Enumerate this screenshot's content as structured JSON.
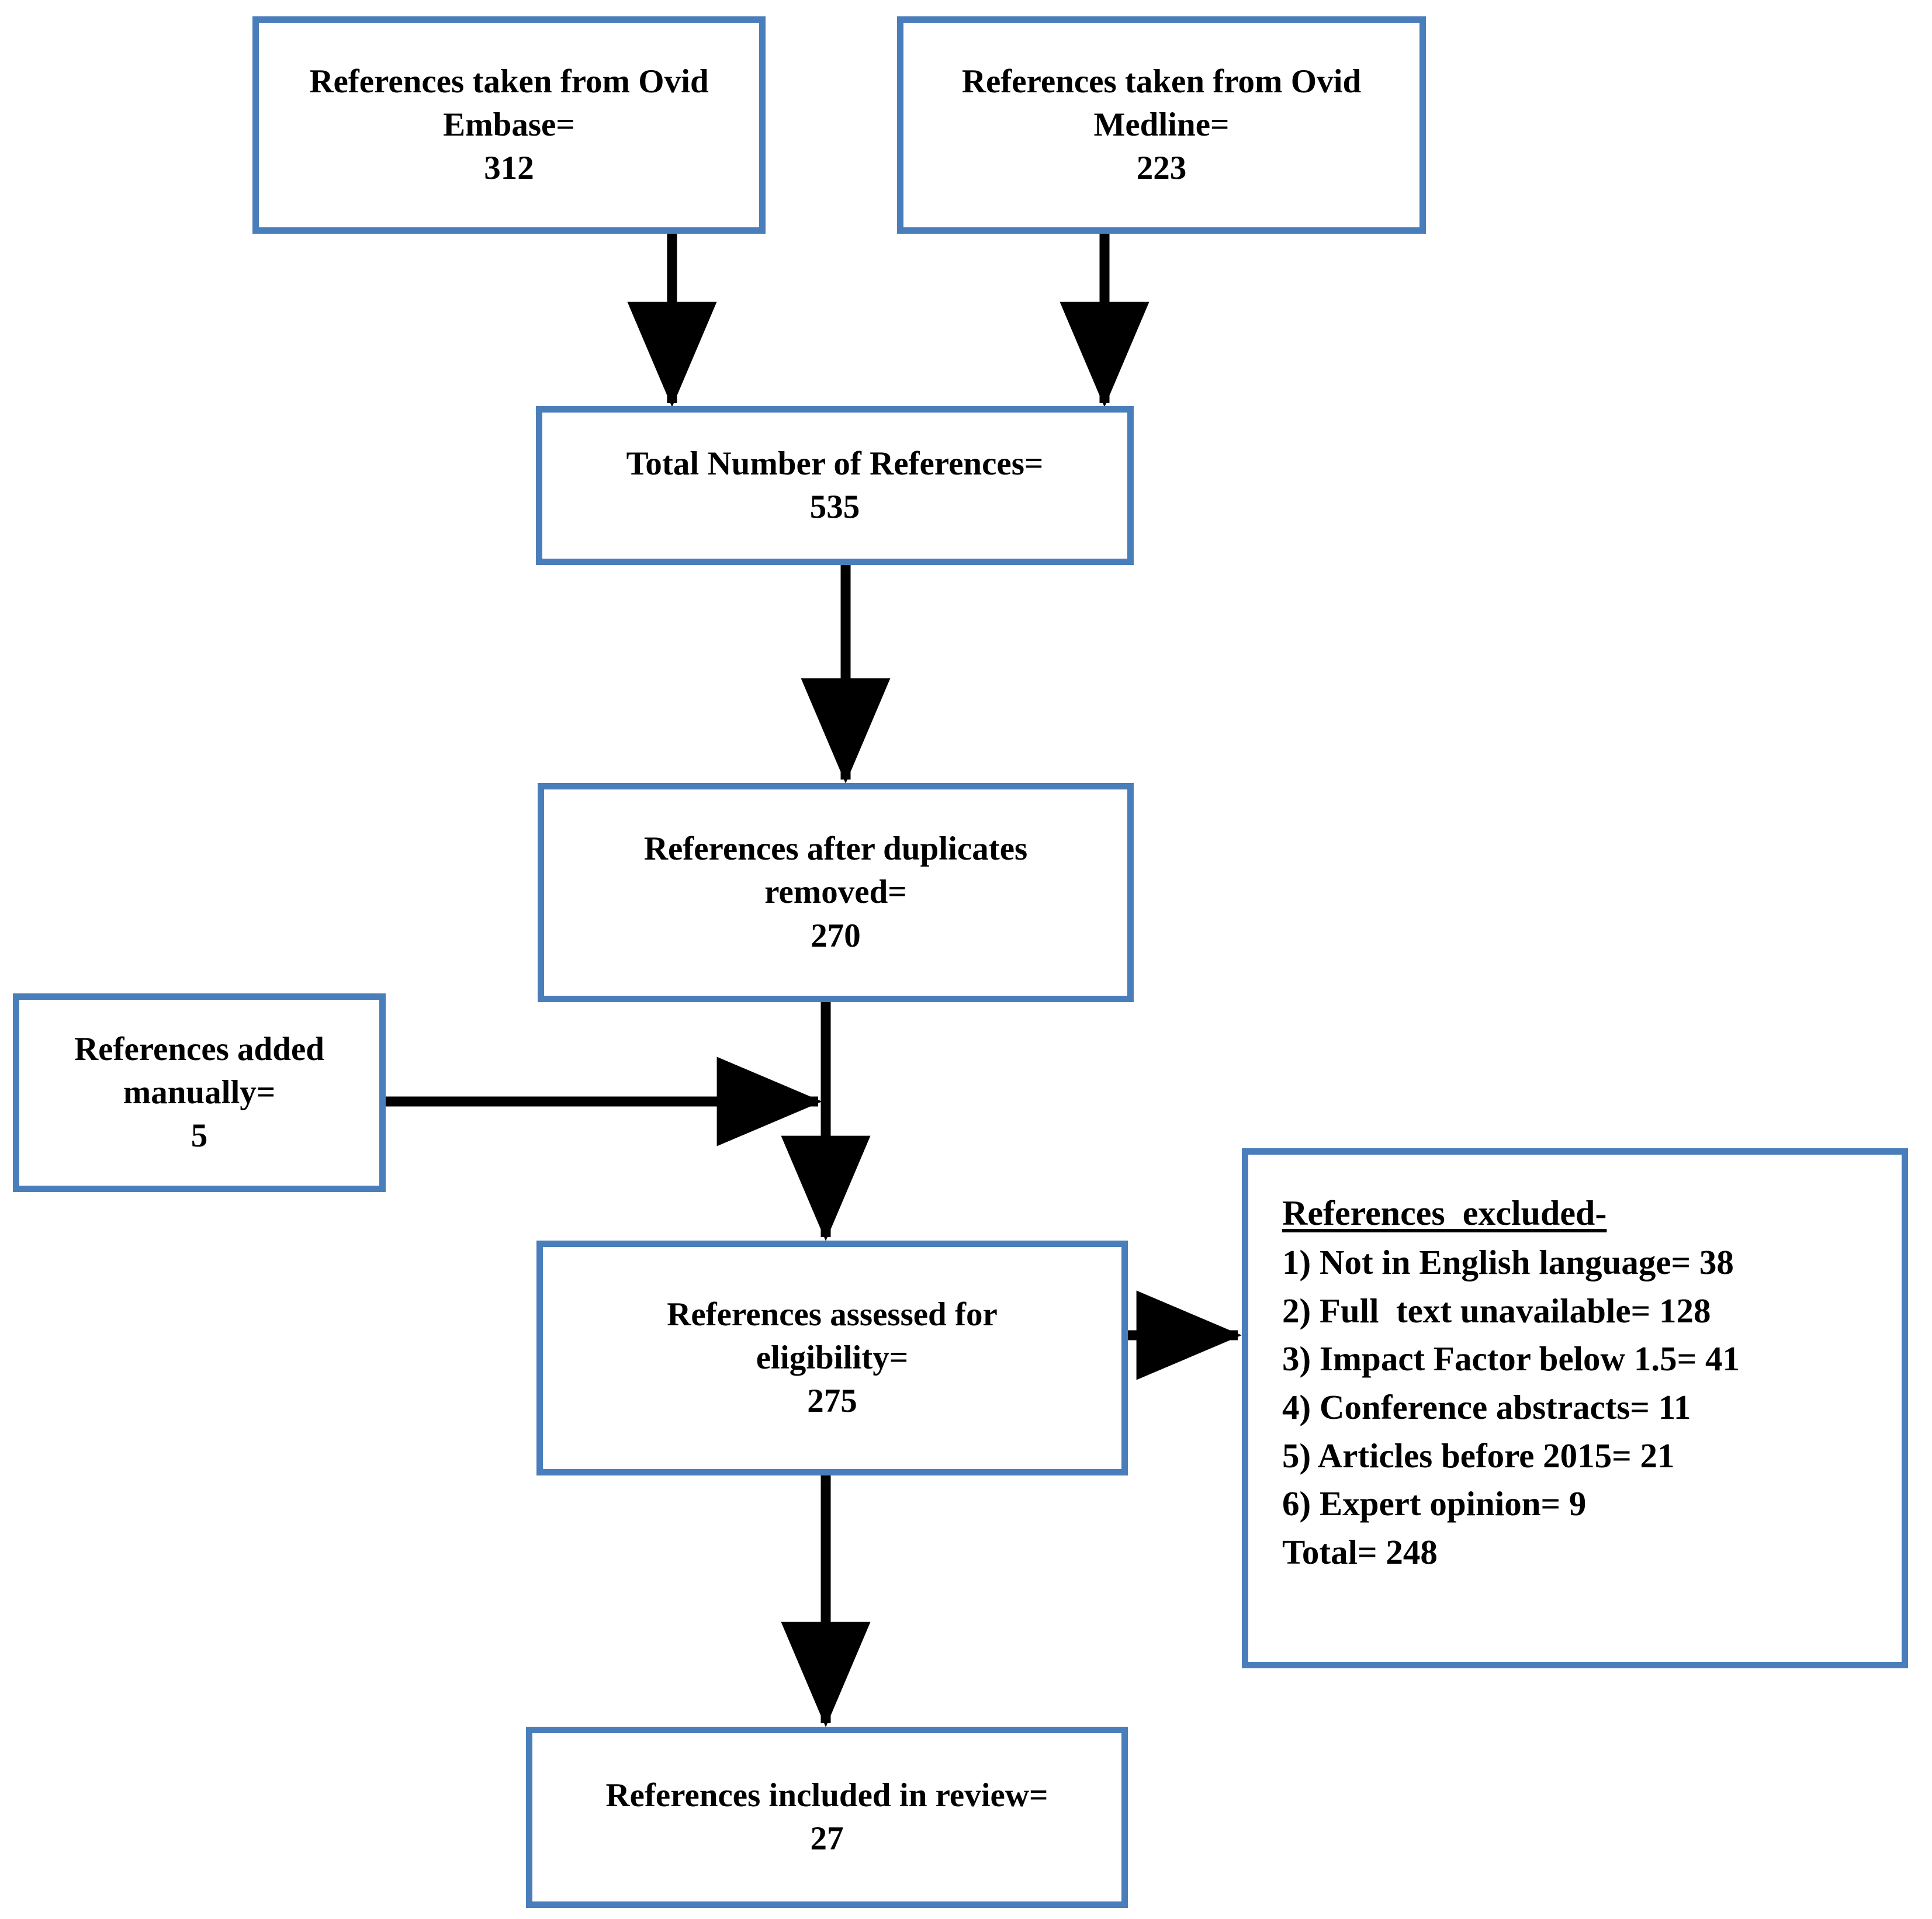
{
  "diagram": {
    "type": "prisma-flow-diagram",
    "accent_color": "#4a7ebb",
    "connector_color": "#000000",
    "background": "#ffffff"
  },
  "nodes": {
    "embase": {
      "line1": "References taken from Ovid",
      "line2": "Embase=",
      "line3": "312"
    },
    "medline": {
      "line1": "References taken from Ovid",
      "line2": "Medline=",
      "line3": "223"
    },
    "total": {
      "line1": "Total Number of References=",
      "line2": "535"
    },
    "duplicates": {
      "line1": "References after duplicates",
      "line2": "removed=",
      "line3": "270"
    },
    "manual": {
      "line1": "References added",
      "line2": "manually=",
      "line3": "5"
    },
    "eligibility": {
      "line1": "References assessed for",
      "line2": "eligibility=",
      "line3": "275"
    },
    "included": {
      "line1": "References included in review=",
      "line2": "27"
    },
    "excluded": {
      "header": "References  excluded-",
      "items": [
        "1) Not in English language= 38",
        "2) Full  text unavailable= 128",
        "3) Impact Factor below 1.5= 41",
        "4) Conference abstracts= 11",
        "5) Articles before 2015= 21",
        "6) Expert opinion= 9"
      ],
      "total": "Total= 248"
    }
  },
  "chart_data": {
    "type": "flowchart",
    "title": "PRISMA study selection flow diagram",
    "stages": [
      {
        "label": "References taken from Ovid Embase",
        "value": 312
      },
      {
        "label": "References taken from Ovid Medline",
        "value": 223
      },
      {
        "label": "Total Number of References",
        "value": 535
      },
      {
        "label": "References after duplicates removed",
        "value": 270
      },
      {
        "label": "References added manually",
        "value": 5
      },
      {
        "label": "References assessed for eligibility",
        "value": 275
      },
      {
        "label": "References included in review",
        "value": 27
      }
    ],
    "exclusions": [
      {
        "reason": "Not in English language",
        "value": 38
      },
      {
        "reason": "Full text unavailable",
        "value": 128
      },
      {
        "reason": "Impact Factor below 1.5",
        "value": 41
      },
      {
        "reason": "Conference abstracts",
        "value": 11
      },
      {
        "reason": "Articles before 2015",
        "value": 21
      },
      {
        "reason": "Expert opinion",
        "value": 9
      }
    ],
    "exclusions_total": 248,
    "edges": [
      {
        "from": "embase",
        "to": "total"
      },
      {
        "from": "medline",
        "to": "total"
      },
      {
        "from": "total",
        "to": "duplicates"
      },
      {
        "from": "duplicates",
        "to": "eligibility"
      },
      {
        "from": "manual",
        "to": "eligibility"
      },
      {
        "from": "eligibility",
        "to": "excluded"
      },
      {
        "from": "eligibility",
        "to": "included"
      }
    ]
  }
}
